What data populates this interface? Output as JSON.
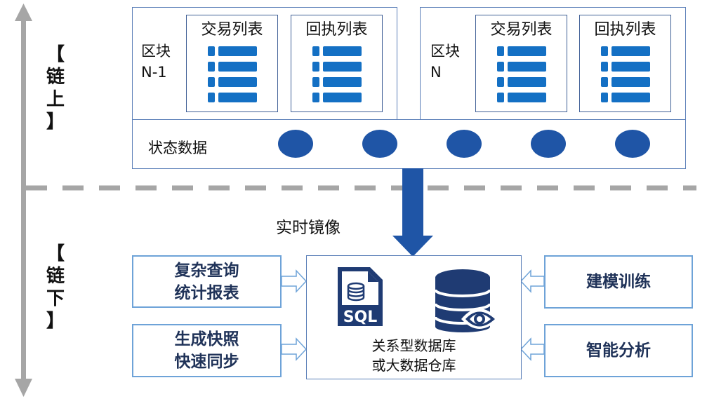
{
  "side_labels": {
    "on_chain": "【链上】",
    "on_chain_chars": [
      "【",
      "链",
      "上",
      "】"
    ],
    "off_chain_chars": [
      "【",
      "链",
      "下",
      "】"
    ]
  },
  "blocks": [
    {
      "label_line1": "区块",
      "label_line2": "N-1",
      "tx_list_title": "交易列表",
      "receipt_list_title": "回执列表"
    },
    {
      "label_line1": "区块",
      "label_line2": "N",
      "tx_list_title": "交易列表",
      "receipt_list_title": "回执列表"
    }
  ],
  "state_data": {
    "label": "状态数据",
    "node_count": 5
  },
  "mirror_label": "实时镜像",
  "left_apps": [
    {
      "line1": "复杂查询",
      "line2": "统计报表"
    },
    {
      "line1": "生成快照",
      "line2": "快速同步"
    }
  ],
  "right_apps": [
    {
      "label": "建模训练"
    },
    {
      "label": "智能分析"
    }
  ],
  "database": {
    "sql_icon_text": "SQL",
    "caption_line1": "关系型数据库",
    "caption_line2": "或大数据仓库"
  },
  "colors": {
    "accent_blue": "#1470c4",
    "node_blue": "#1f55a6",
    "navy": "#1f3b73",
    "light_border": "#6ea3d8",
    "gray_axis": "#a6a6a6"
  }
}
